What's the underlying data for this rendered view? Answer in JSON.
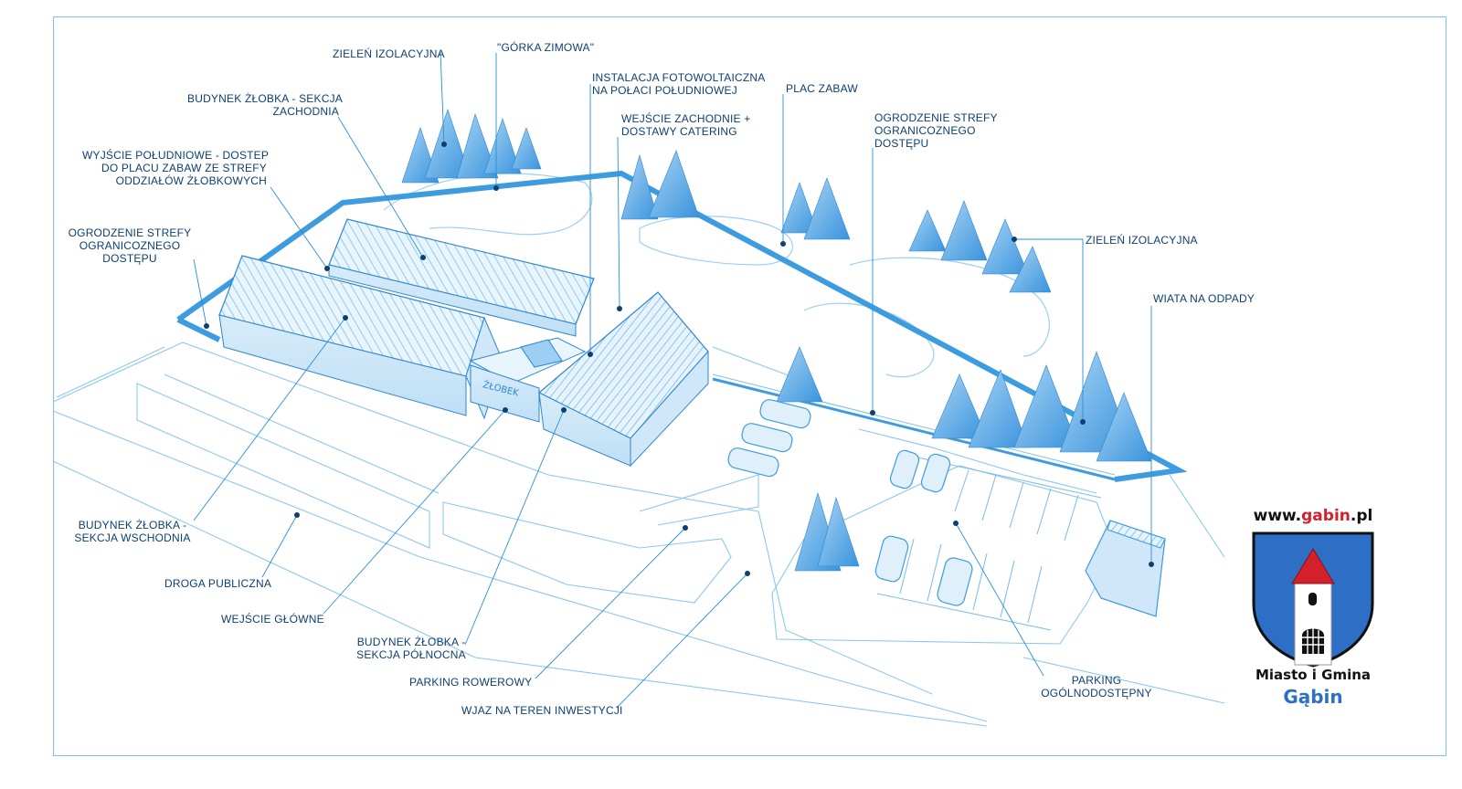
{
  "labels": {
    "zielen_top": "ZIELEŃ IZOLACYJNA",
    "gorka": "\"GÓRKA ZIMOWA\"",
    "fotowoltaika": [
      "INSTALACJA FOTOWOLTAICZNA",
      "NA POŁACI POŁUDNIOWEJ"
    ],
    "plac_zabaw": "PLAC ZABAW",
    "budynek_zach": [
      "BUDYNEK  ŻŁOBKA - SEKCJA",
      "ZACHODNIA"
    ],
    "wejscie_zach": [
      "WEJŚCIE ZACHODNIE +",
      "DOSTAWY CATERING"
    ],
    "ogrodzenie_right": [
      "OGRODZENIE STREFY",
      "OGRANICOZNEGO",
      "DOSTĘPU"
    ],
    "wyjscie_pld": [
      "WYJŚCIE POŁUDNIOWE - DOSTEP",
      "DO PLACU ZABAW ZE STREFY",
      "ODDZIAŁÓW ŻŁOBKOWYCH"
    ],
    "ogrodzenie_left": [
      "OGRODZENIE STREFY",
      "OGRANICOZNEGO",
      "DOSTĘPU"
    ],
    "zielen_right": "ZIELEŃ IZOLACYJNA",
    "wiata": "WIATA NA ODPADY",
    "budynek_wsch": [
      "BUDYNEK ŻŁOBKA -",
      "SEKCJA WSCHODNIA"
    ],
    "droga": "DROGA PUBLICZNA",
    "wejscie_glowne": "WEJŚCIE GŁÓWNE",
    "budynek_pln": [
      "BUDYNEK ŻŁOBKA -",
      "SEKCJA PÓŁNOCNA"
    ],
    "parking_rower": "PARKING ROWEROWY",
    "wjazd": "WJAZ NA TEREN INWESTYCJI",
    "parking_ogol": [
      "PARKING",
      "OGÓLNODOSTĘPNY"
    ]
  },
  "building_sign": "ŻŁOBEK",
  "logo": {
    "url_prefix": "www.",
    "url_brand": "gabin",
    "url_suffix": ".pl",
    "city_line": "Miasto i Gmina",
    "town": "Gąbin"
  },
  "colors": {
    "line": "#2a8fd8",
    "label": "#0d3f73",
    "fence": "#3d9be0",
    "tree": "#4aa3e6",
    "shield": "#2c6fc4",
    "roof_red": "#d4202a"
  }
}
